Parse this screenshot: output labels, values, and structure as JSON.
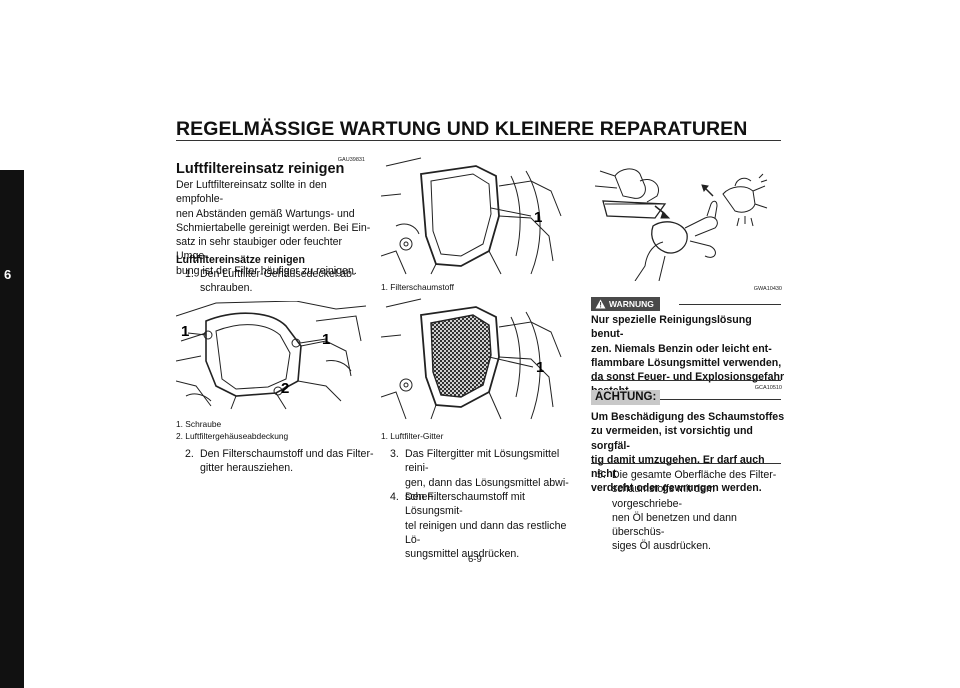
{
  "header": {
    "title": "REGELMÄSSIGE WARTUNG UND KLEINERE REPARATUREN",
    "chapter": "6"
  },
  "section": {
    "code": "GAU39831",
    "heading": "Luftfiltereinsatz reinigen",
    "intro_lines": [
      "Der Luftfiltereinsatz sollte in den empfohle-",
      "nen Abständen gemäß Wartungs- und",
      "Schmiertabelle gereinigt werden. Bei Ein-",
      "satz in sehr staubiger oder feuchter Umge-",
      "bung ist der Filter häufiger zu reinigen."
    ],
    "subheading": "Luftfiltereinsätze reinigen",
    "step1": {
      "num": "1.",
      "line1": "Den Luftfilter-Gehäusedeckel ab-",
      "line2": "schrauben."
    },
    "fig1": {
      "callout1a": "1",
      "callout1b": "1",
      "callout2": "2",
      "cap1": "1.  Schraube",
      "cap2": "2.  Luftfiltergehäuseabdeckung"
    },
    "step2": {
      "num": "2.",
      "line1": "Den Filterschaumstoff und das Filter-",
      "line2": "gitter herausziehen."
    },
    "fig2": {
      "callout": "1",
      "cap": "1.  Filterschaumstoff"
    },
    "fig3": {
      "callout": "1",
      "cap": "1.  Luftfilter-Gitter"
    },
    "step3": {
      "num": "3.",
      "line1": "Das Filtergitter mit Lösungsmittel reini-",
      "line2": "gen, dann das Lösungsmittel abwi-",
      "line3": "schen."
    },
    "step4": {
      "num": "4.",
      "line1": "Den Filterschaumstoff mit Lösungsmit-",
      "line2": "tel reinigen und dann das restliche Lö-",
      "line3": "sungsmittel ausdrücken."
    },
    "fig4": {
      "code": "GWA10430"
    },
    "warning": {
      "label": "WARNUNG",
      "lines": [
        "Nur spezielle Reinigungslösung benut-",
        "zen. Niemals Benzin oder leicht ent-",
        "flammbare Lösungsmittel verwenden,",
        "da sonst Feuer- und Explosionsgefahr",
        "besteht."
      ]
    },
    "caution": {
      "code": "GCA10510",
      "label": "ACHTUNG:",
      "lines": [
        "Um Beschädigung des Schaumstoffes",
        "zu vermeiden, ist vorsichtig und sorgfäl-",
        "tig damit umzugehen. Er darf auch nicht",
        "verdreht oder gewrungen werden."
      ]
    },
    "step5": {
      "num": "5.",
      "line1": "Die gesamte Oberfläche des Filter-",
      "line2": "schaumstoffs mit dem vorgeschriebe-",
      "line3": "nen Öl benetzen und dann überschüs-",
      "line4": "siges Öl ausdrücken."
    }
  },
  "footer": {
    "page": "6-9"
  }
}
